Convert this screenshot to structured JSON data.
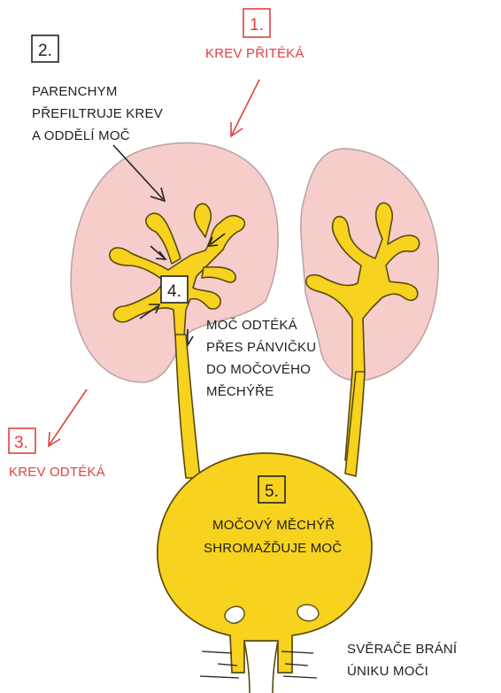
{
  "steps": [
    {
      "number": "1.",
      "text": [
        "KREV PŘITÉKÁ"
      ]
    },
    {
      "number": "2.",
      "text": [
        "PARENCHYM",
        "PŘEFILTRUJE KREV",
        "A ODDĚLÍ MOČ"
      ]
    },
    {
      "number": "3.",
      "text": [
        "KREV ODTÉKÁ"
      ]
    },
    {
      "number": "4.",
      "text": [
        "MOČ ODTÉKÁ",
        "PŘES PÁNVIČKU",
        "DO MOČOVÉHO",
        "MĚCHÝŘE"
      ]
    },
    {
      "number": "5.",
      "text": [
        "MOČOVÝ MĚCHÝŘ",
        "SHROMAŽĎUJE MOČ"
      ]
    }
  ],
  "sphincter": {
    "text": [
      "SVĚRAČE BRÁNÍ",
      "ÚNIKU MOČI"
    ]
  },
  "colors": {
    "kidney_fill": "#f6cdcb",
    "kidney_outline": "#b8a2a0",
    "urine_yellow": "#f7d21e",
    "yellow_outline": "#5a4a10",
    "red_label": "#e0403f",
    "dark_label": "#1f1f1f"
  }
}
